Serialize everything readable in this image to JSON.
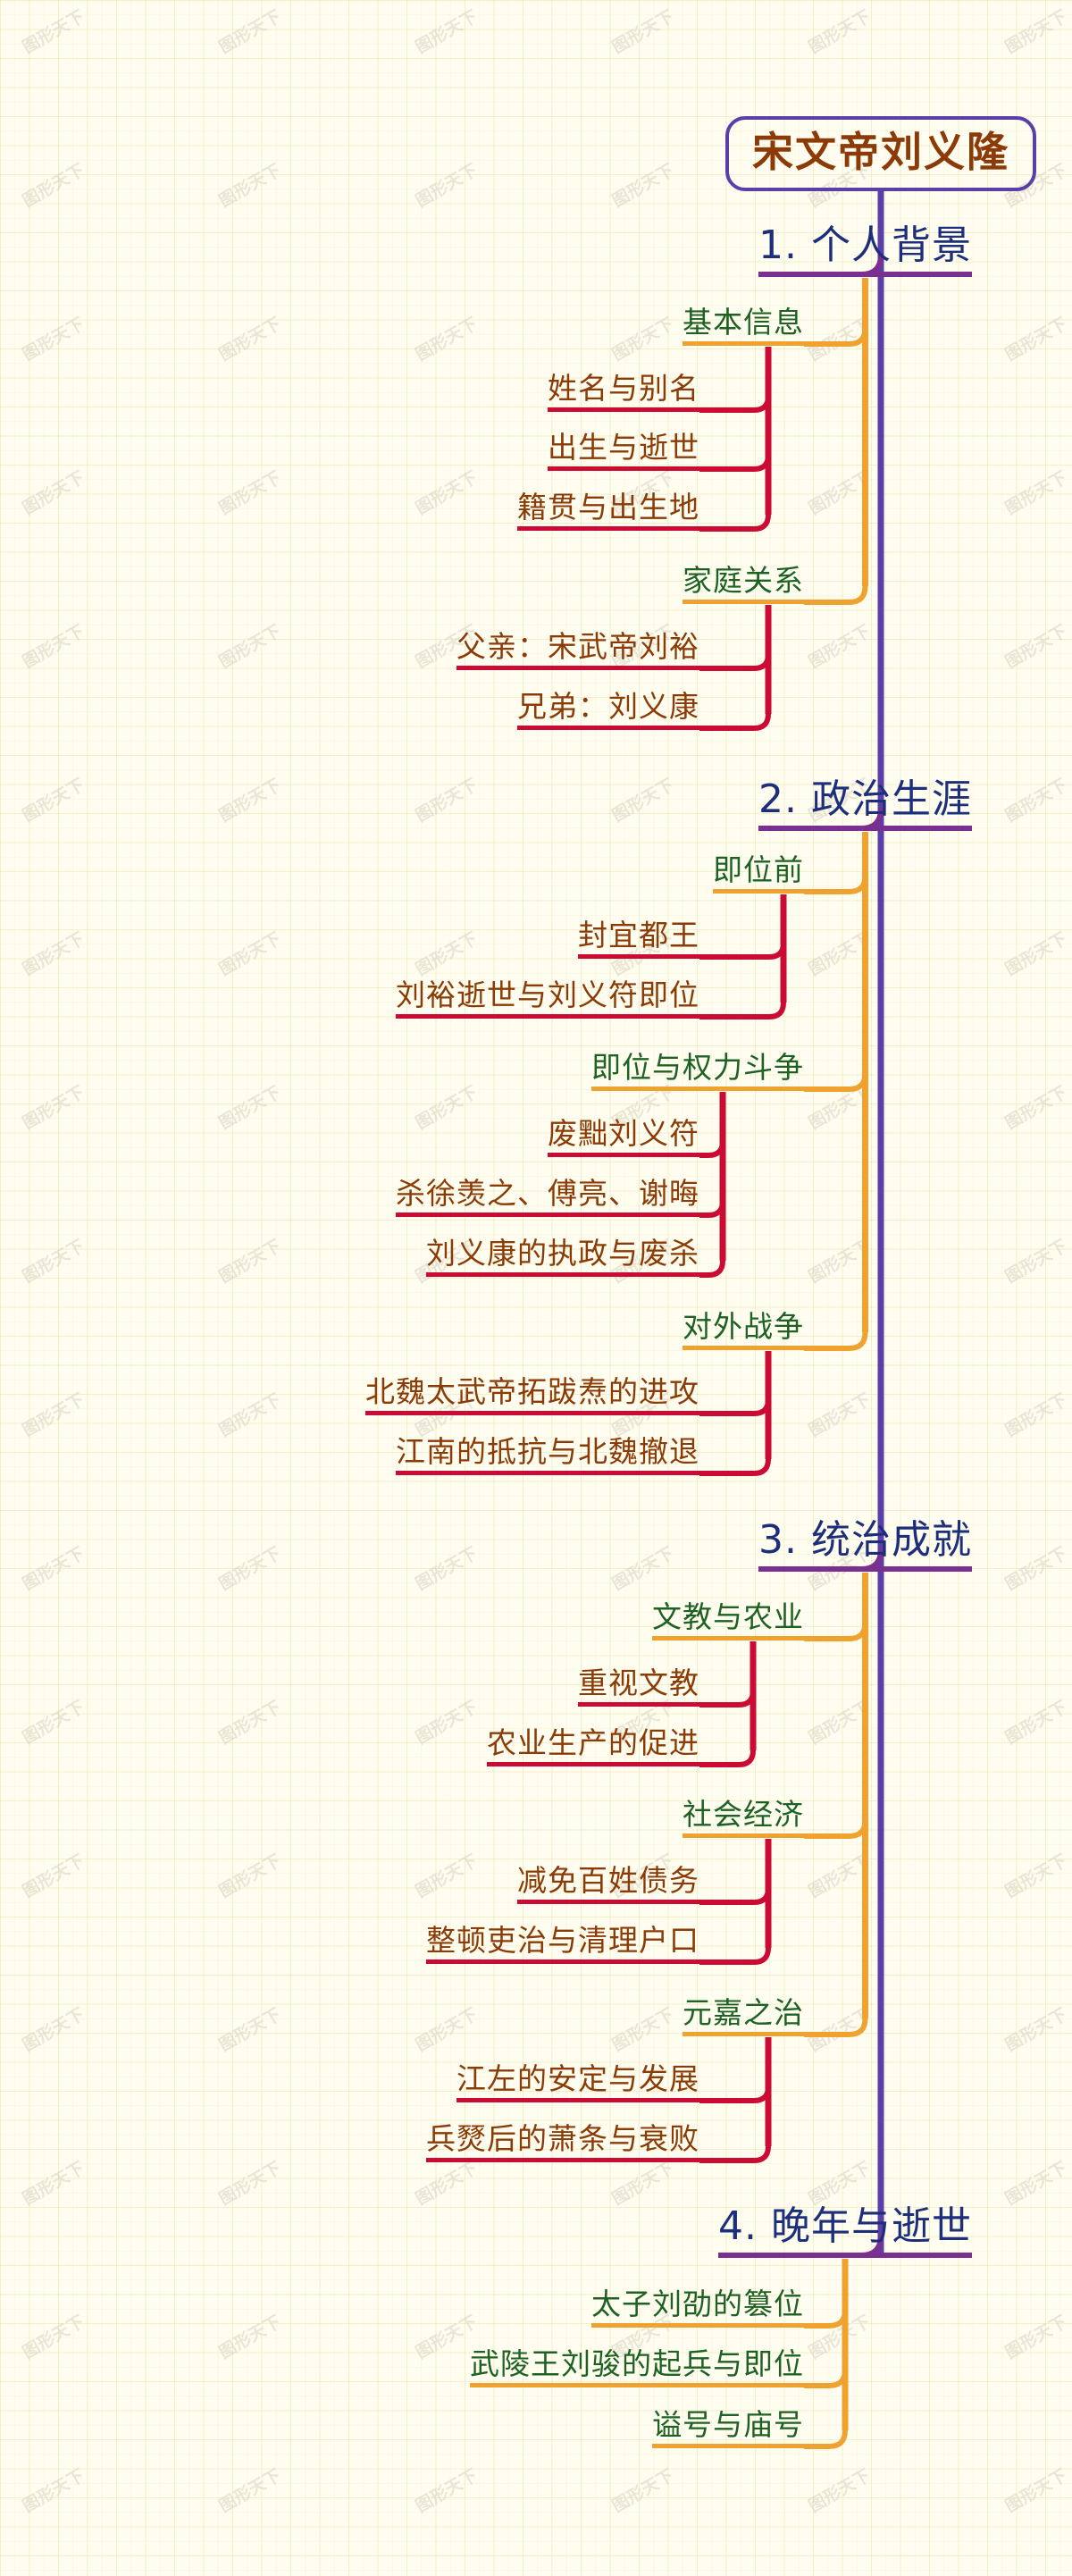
{
  "document": {
    "kind": "mindmap",
    "title": "宋文帝刘义隆",
    "watermark": "图形天下"
  },
  "theme": {
    "background": "#fffdf0",
    "grid": "#e2d896",
    "root_border": "#5b3fa8",
    "root_text": "#8c3a08",
    "level1_text": "#1d2f7a",
    "level1_line": "#7b2f8f",
    "level2_text": "#1d6123",
    "level2_line": "#f0a22e",
    "level3_text": "#8a3b06",
    "level3_line": "#cc0b35"
  },
  "root": {
    "label": "宋文帝刘义隆"
  },
  "branches": [
    {
      "label": "1. 个人背景",
      "children": [
        {
          "label": "基本信息",
          "children": [
            {
              "label": "姓名与别名"
            },
            {
              "label": "出生与逝世"
            },
            {
              "label": "籍贯与出生地"
            }
          ]
        },
        {
          "label": "家庭关系",
          "children": [
            {
              "label": "父亲：宋武帝刘裕"
            },
            {
              "label": "兄弟：刘义康"
            }
          ]
        }
      ]
    },
    {
      "label": "2. 政治生涯",
      "children": [
        {
          "label": "即位前",
          "children": [
            {
              "label": "封宜都王"
            },
            {
              "label": "刘裕逝世与刘义符即位"
            }
          ]
        },
        {
          "label": "即位与权力斗争",
          "children": [
            {
              "label": "废黜刘义符"
            },
            {
              "label": "杀徐羡之、傅亮、谢晦"
            },
            {
              "label": "刘义康的执政与废杀"
            }
          ]
        },
        {
          "label": "对外战争",
          "children": [
            {
              "label": "北魏太武帝拓跋焘的进攻"
            },
            {
              "label": "江南的抵抗与北魏撤退"
            }
          ]
        }
      ]
    },
    {
      "label": "3. 统治成就",
      "children": [
        {
          "label": "文教与农业",
          "children": [
            {
              "label": "重视文教"
            },
            {
              "label": "农业生产的促进"
            }
          ]
        },
        {
          "label": "社会经济",
          "children": [
            {
              "label": "减免百姓债务"
            },
            {
              "label": "整顿吏治与清理户口"
            }
          ]
        },
        {
          "label": "元嘉之治",
          "children": [
            {
              "label": "江左的安定与发展"
            },
            {
              "label": "兵燹后的萧条与衰败"
            }
          ]
        }
      ]
    },
    {
      "label": "4. 晚年与逝世",
      "children": [
        {
          "label": "太子刘劭的篡位"
        },
        {
          "label": "武陵王刘骏的起兵与即位"
        },
        {
          "label": "谥号与庙号"
        }
      ]
    }
  ]
}
